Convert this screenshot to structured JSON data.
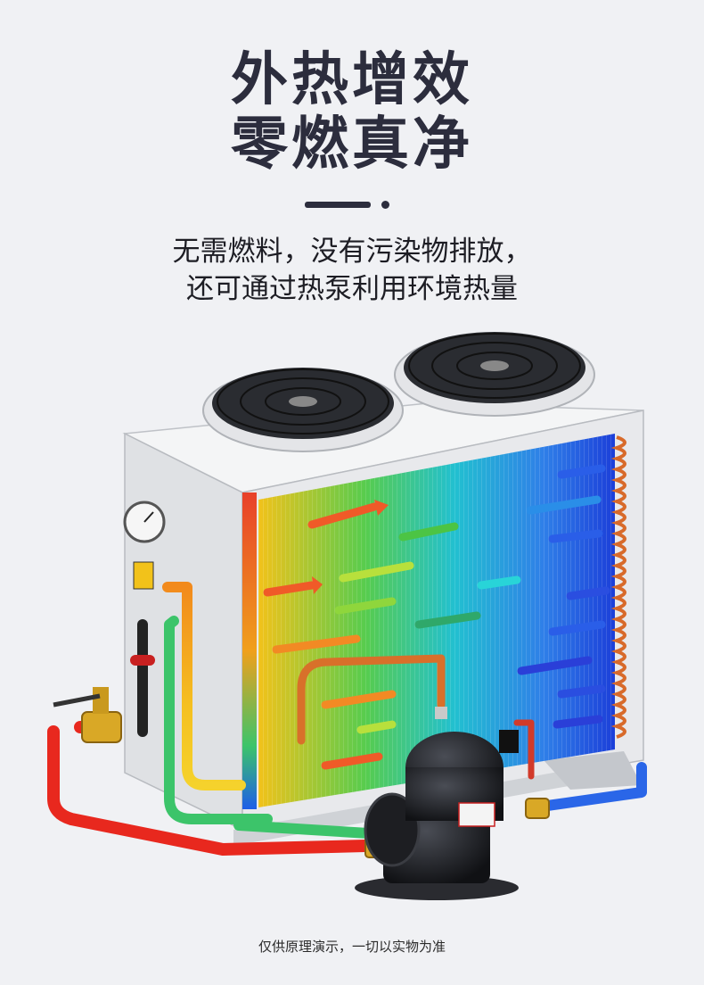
{
  "header": {
    "title_line1": "外热增效",
    "title_line2": "零燃真净"
  },
  "subtitle": {
    "line1": "无需燃料，没有污染物排放，",
    "line2": "还可通过热泵利用环境热量"
  },
  "illustration": {
    "subject": "heat-pump-unit",
    "colors": {
      "hot": "#e8402a",
      "warm": "#f7a11a",
      "mid": "#3cc46a",
      "cool": "#1e5ee8",
      "body": "#e6e7ea"
    }
  },
  "footnote": "仅供原理演示，一切以实物为准"
}
